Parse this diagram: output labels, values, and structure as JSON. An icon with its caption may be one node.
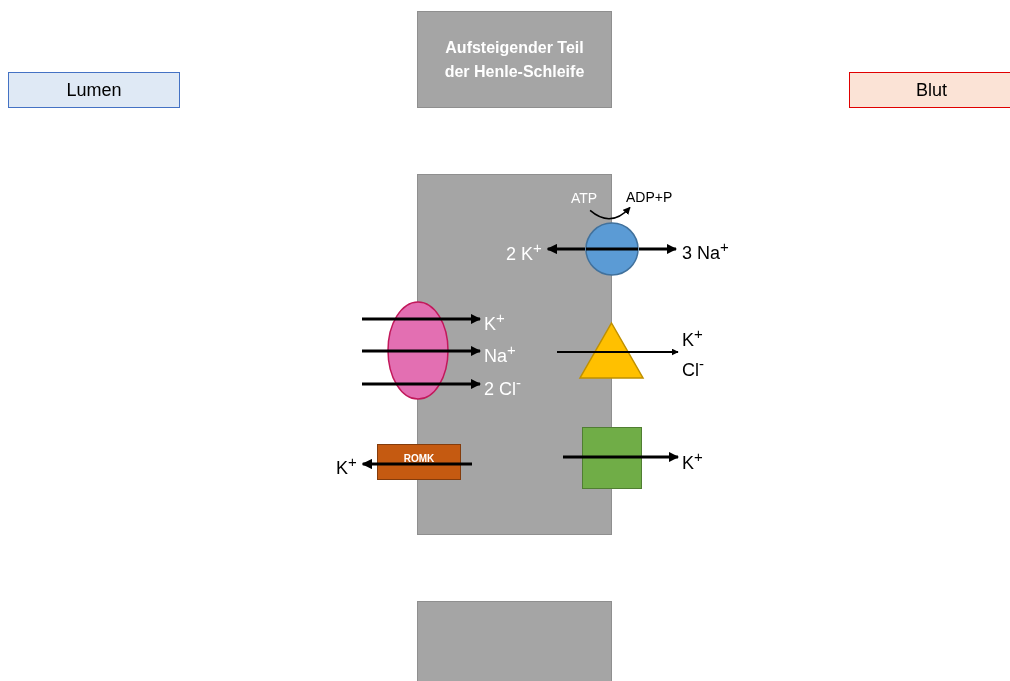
{
  "diagram": {
    "nodes": [
      {
        "text": [
          "Lumen"
        ]
      },
      {
        "text": [
          "Aufsteigender Teil der Henle-Schleife"
        ]
      },
      {
        "text": [
          "Blut"
        ]
      },
      {
        "text": [],
        "shape": "box"
      },
      {
        "text": [],
        "shape": "box"
      },
      {
        "text": [
          "ATP"
        ],
        "in": 3
      },
      {
        "text": [
          "ADP+P"
        ]
      },
      {
        "text": [
          "2 K$^{+}$"
        ],
        "in": 3
      },
      {
        "text": [],
        "shape": "circle"
      },
      {
        "text": [
          "3 Na$^{+}$"
        ]
      },
      {
        "text": [],
        "shape": "oval"
      },
      {
        "text": [
          "K$^{+}$"
        ],
        "in": 3
      },
      {
        "text": [
          "Na$^{+}$"
        ],
        "in": 3
      },
      {
        "text": [
          "2 Cl$^{-}$"
        ],
        "in": 3
      },
      {
        "text": [],
        "shape": "triangle"
      },
      {
        "text": [
          "K$^{+}$",
          "Cl$^{-}$"
        ]
      },
      {
        "text": [
          "ROMK"
        ]
      },
      {
        "text": [
          "K$^{+}$"
        ]
      },
      {
        "text": [],
        "shape": "box"
      },
      {
        "text": [
          "K$^{+}$"
        ]
      }
    ],
    "edges": [
      {
        "from": 5,
        "to": 6,
        "arrow": "to"
      },
      {
        "from": 8,
        "to": 7,
        "arrow": "to"
      },
      {
        "from": 8,
        "to": 9,
        "arrow": "to"
      },
      {
        "from": null,
        "to": 11,
        "arrow": "to"
      },
      {
        "from": null,
        "to": 12,
        "arrow": "to"
      },
      {
        "from": null,
        "to": 13,
        "arrow": "to"
      },
      {
        "from": null,
        "to": 15,
        "arrow": "to"
      },
      {
        "from": 16,
        "to": 17,
        "arrow": "to"
      },
      {
        "from": null,
        "to": 19,
        "arrow": "to"
      }
    ]
  }
}
